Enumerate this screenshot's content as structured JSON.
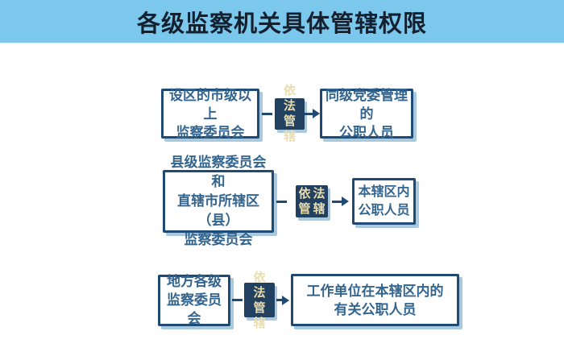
{
  "header": {
    "title": "各级监察机关具体管辖权限"
  },
  "colors": {
    "banner_background": "#7cc7ec",
    "banner_text": "#13202f",
    "page_background": "#ffffff",
    "box_border": "#1e4a73",
    "box_text": "#33658f",
    "relation_box_background": "#22405f",
    "relation_box_text": "#eaddae",
    "box_shadow": "#94bbd6",
    "connector": "#1e4a73"
  },
  "diagram": {
    "rows": [
      {
        "source_lines": [
          "设区的市级以上",
          "监察委员会"
        ],
        "relation_lines": [
          "依法",
          "管辖"
        ],
        "target_lines": [
          "同级党委管理的",
          "公职人员"
        ]
      },
      {
        "source_lines": [
          "县级监察委员会和",
          "直辖市所辖区（县）",
          "监察委员会"
        ],
        "relation_lines": [
          "依法",
          "管辖"
        ],
        "target_lines": [
          "本辖区内",
          "公职人员"
        ]
      },
      {
        "source_lines": [
          "地方各级",
          "监察委员会"
        ],
        "relation_lines": [
          "依法",
          "管辖"
        ],
        "target_lines": [
          "工作单位在本辖区内的",
          "有关公职人员"
        ]
      }
    ]
  }
}
